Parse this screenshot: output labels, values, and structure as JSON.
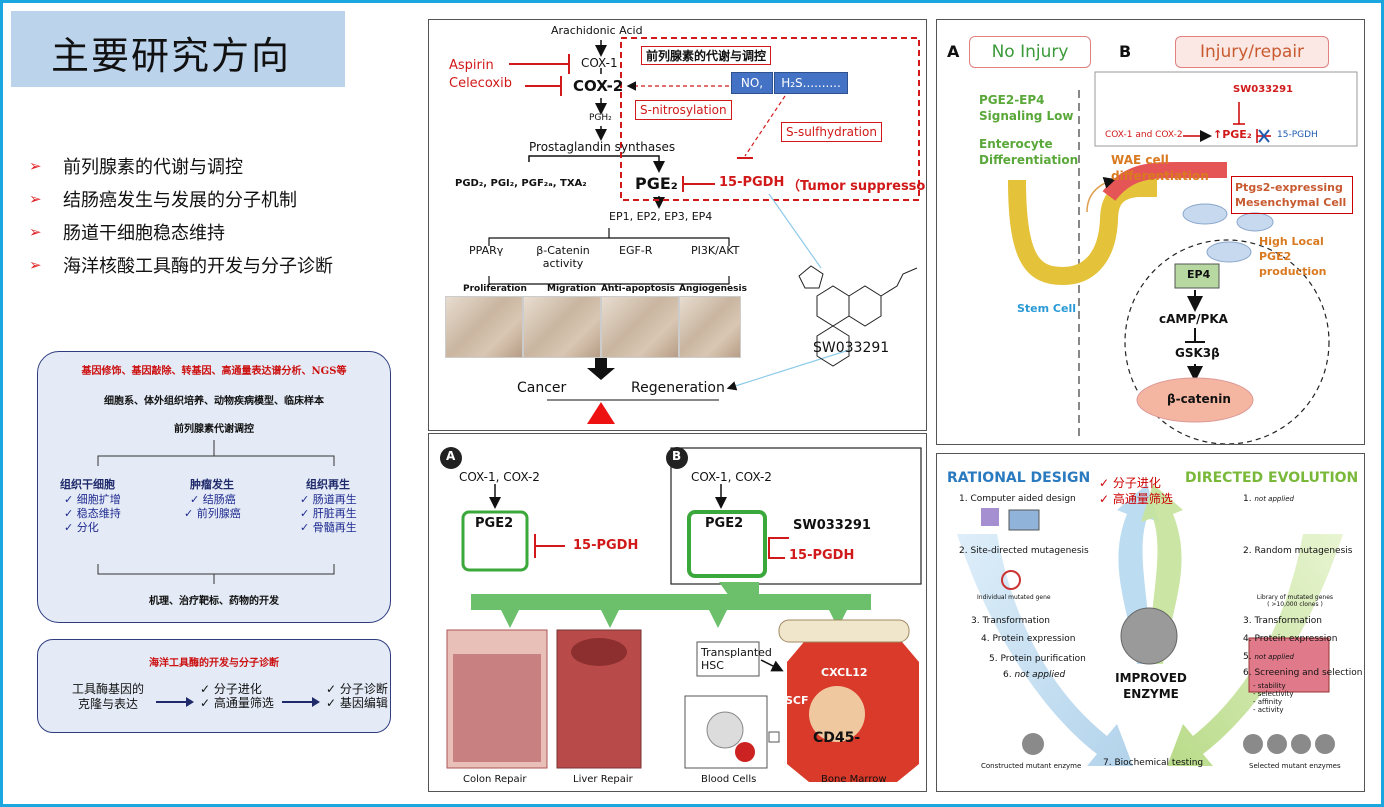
{
  "left": {
    "title": "主要研究方向",
    "directions": [
      "前列腺素的代谢与调控",
      "结肠癌发生与发展的分子机制",
      "肠道干细胞稳态维持",
      "海洋核酸工具酶的开发与分子诊断"
    ],
    "box1": {
      "techniques": "基因修饰、基因敲除、转基因、高通量表达谱分析、NGS等",
      "models": "细胞系、体外组织培养、动物疾病模型、临床样本",
      "core": "前列腺素代谢调控",
      "col1": {
        "head": "组织干细胞",
        "items": [
          "细胞扩增",
          "稳态维持",
          "分化"
        ]
      },
      "col2": {
        "head": "肿瘤发生",
        "items": [
          "结肠癌",
          "前列腺癌"
        ]
      },
      "col3": {
        "head": "组织再生",
        "items": [
          "肠道再生",
          "肝脏再生",
          "骨髓再生"
        ]
      },
      "footer": "机理、治疗靶标、药物的开发"
    },
    "box2": {
      "title": "海洋工具酶的开发与分子诊断",
      "left_text": "工具酶基因的克隆与表达",
      "mid": [
        "分子进化",
        "高通量筛选"
      ],
      "right": [
        "分子诊断",
        "基因编辑"
      ]
    }
  },
  "p1": {
    "arachidonic": "Arachidonic Acid",
    "cox1": "COX-1",
    "cox2": "COX-2",
    "aspirin": "Aspirin",
    "celecoxib": "Celecoxib",
    "pgh2": "PGH₂",
    "synthases": "Prostaglandin synthases",
    "pgds": "PGD₂, PGI₂, PGF₂ₐ, TXA₂",
    "pge2": "PGE₂",
    "pgdh": "15-PGDH",
    "tumor": "（Tumor suppressor）",
    "box_title": "前列腺素的代谢与调控",
    "no": "NO,",
    "h2s": "H₂S..........",
    "snitro": "S-nitrosylation",
    "ssulf": "S-sulfhydration",
    "eps": "EP1, EP2, EP3, EP4",
    "pathways": [
      "PPARγ",
      "β-Catenin activity",
      "EGF-R",
      "PI3K/AKT"
    ],
    "outcomes": [
      "Proliferation",
      "Migration",
      "Anti-apoptosis",
      "Angiogenesis"
    ],
    "cancer": "Cancer",
    "regeneration": "Regeneration",
    "sw": "SW033291"
  },
  "p2": {
    "a": "A",
    "b": "B",
    "no_injury": "No Injury",
    "injury": "Injury/repair",
    "sw": "SW033291",
    "cox": "COX-1 and COX-2",
    "pge2": "↑PGE₂",
    "pgdh": "15-PGDH",
    "ep_signal": "PGE2-EP4 Signaling Low",
    "entero": "Enterocyte Differentiation",
    "wae": "WAE cell differentiation",
    "ptgs": "Ptgs2-expressing Mesenchymal Cell",
    "high": "High Local PGE2 production",
    "stem": "Stem Cell",
    "ep4": "EP4",
    "camp": "cAMP/PKA",
    "gsk": "GSK3β",
    "bcat": "β-catenin"
  },
  "p3": {
    "a": "A",
    "b": "B",
    "cox": "COX-1, COX-2",
    "pge2": "PGE2",
    "pgdh": "15-PGDH",
    "sw": "SW033291",
    "colon": "Colon Repair",
    "liver": "Liver Repair",
    "hsc": "Transplanted HSC",
    "cxcl": "CXCL12",
    "scf": "SCF",
    "cd45": "CD45-",
    "blood": "Blood Cells",
    "bm": "Bone Marrow"
  },
  "p4": {
    "rational": "RATIONAL DESIGN",
    "directed": "DIRECTED EVOLUTION",
    "marks": [
      "分子进化",
      "高通量筛选"
    ],
    "r1": "1. Computer aided design",
    "r2": "2. Site-directed mutagenesis",
    "r_gene": "Individual mutated gene",
    "r3": "3. Transformation",
    "r4": "4. Protein expression",
    "r5": "5. Protein purification",
    "r6": "6.",
    "na": "not applied",
    "d1": "1.",
    "d2": "2. Random mutagenesis",
    "d_lib": "Library of mutated genes ( >10,000 clones )",
    "d3": "3. Transformation",
    "d4": "4. Protein expression",
    "d5": "5.",
    "d6": "6. Screening and selection",
    "d6_items": [
      "- stability",
      "- selectivity",
      "- affinity",
      "- activity"
    ],
    "improved": "IMPROVED ENZYME",
    "r_out": "Constructed mutant enzyme",
    "bio": "7. Biochemical testing",
    "d_out": "Selected mutant enzymes"
  }
}
